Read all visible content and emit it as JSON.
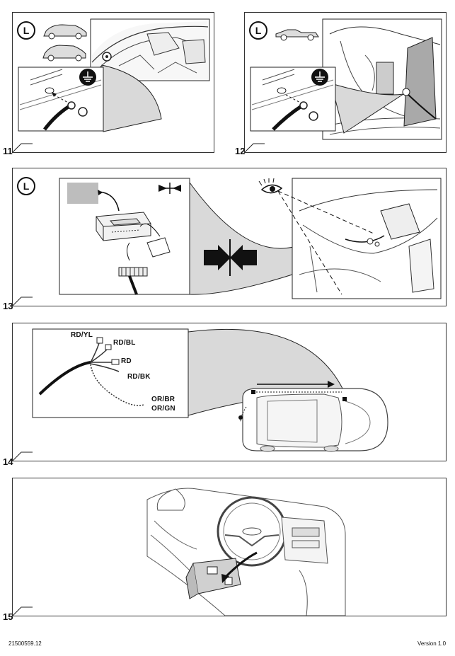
{
  "steps": {
    "s11": {
      "number": "11",
      "icon": "L"
    },
    "s12": {
      "number": "12",
      "icon": "L"
    },
    "s13": {
      "number": "13",
      "icon": "L"
    },
    "s14": {
      "number": "14",
      "wires": [
        {
          "label": "RD/YL"
        },
        {
          "label": "RD/BL"
        },
        {
          "label": "RD"
        },
        {
          "label": "RD/BK"
        },
        {
          "label": "OR/BR"
        },
        {
          "label": "OR/GN"
        }
      ]
    },
    "s15": {
      "number": "15"
    }
  },
  "footer": {
    "doc_number": "21500559.12",
    "version": "Version 1.0"
  },
  "icons": [
    "ground-icon",
    "eye-icon",
    "compress-arrows-icon",
    "route-arrow-icon"
  ]
}
